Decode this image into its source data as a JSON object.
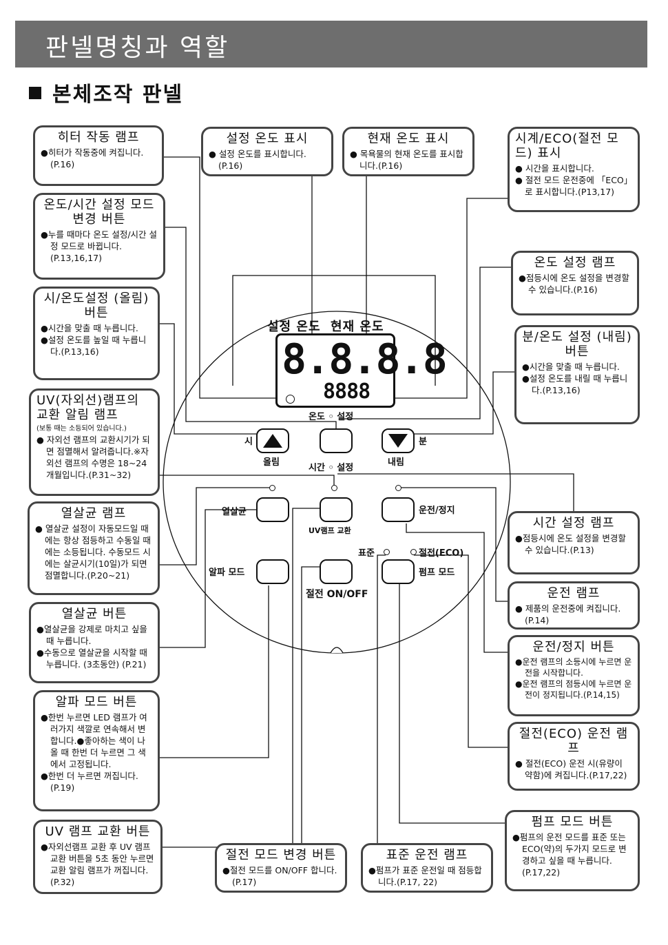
{
  "header": {
    "title": "판넬명칭과 역할"
  },
  "subtitle": "본체조작 판넬",
  "panel": {
    "display_heading": "설정 온도  현재 온도",
    "display_big": "8.8.8.8",
    "display_small": "8888",
    "temp_set_label": "온도 ◦ 설정",
    "time_set_label": "시간 ◦ 설정",
    "up_label": "올림",
    "up_side": "시",
    "down_label": "내림",
    "down_side": "분",
    "sterilize_label": "열살균",
    "uv_label": "UV램프 교환",
    "run_label": "운전/정지",
    "alpha_label": "알파 모드",
    "eco_label": "절전 ON/OFF",
    "pump_label": "펌프 모드",
    "standard_label": "표준",
    "eco_lamp_label": "절전(ECO)"
  },
  "callouts": {
    "heater": {
      "title": "히터 작동 램프",
      "desc": [
        "●히터가 작동중에 켜집니다.(P.16)"
      ]
    },
    "set_temp_display": {
      "title": "설정 온도 표시",
      "desc": [
        "● 설정 온도를 표시합니다.(P.16)"
      ]
    },
    "cur_temp_display": {
      "title": "현재 온도 표시",
      "desc": [
        "● 목욕물의 현재 온도를 표시합니다.(P.16)"
      ]
    },
    "clock_eco": {
      "title": "시계/ECO(절전 모드) 표시",
      "desc": [
        "● 시간을 표시합니다.",
        "● 절전 모드 운전중에 「ECO」로 표시합니다.(P13,17)"
      ]
    },
    "mode_change": {
      "title": "온도/시간 설정 모드 변경 버튼",
      "desc": [
        "●누를 때마다 온도 설정/시간 설정 모드로 바뀝니다.(P.13,16,17)"
      ]
    },
    "temp_set_lamp": {
      "title": "온도 설정 램프",
      "desc": [
        "●점등시에 온도 설정을 변경할 수 있습니다.(P.16)"
      ]
    },
    "hour_up": {
      "title": "시/온도설정 (올림) 버튼",
      "desc": [
        "●시간을 맞출 때 누릅니다.",
        "●설정 온도를 높일 때 누릅니다.(P.13,16)"
      ]
    },
    "min_down": {
      "title": "분/온도 설정 (내림) 버튼",
      "desc": [
        "●시간을 맞출 때 누릅니다.",
        "●설정 온도를 내릴 때 누릅니다.(P.13,16)"
      ]
    },
    "uv_lamp": {
      "title": "UV(자외선)램프의 교환 알림 램프",
      "note": "(보통 때는 소등되어 있습니다.)",
      "desc": [
        "● 자외선 램프의 교환시기가 되면 점멸해서 알려줍니다.※자외선 램프의 수명은 18~24개월입니다.(P.31~32)"
      ]
    },
    "sterilize_lamp": {
      "title": "열살균 램프",
      "desc": [
        "● 열살균 설정이 자동모드일 때에는 항상 점등하고 수동일 때에는 소등됩니다. 수동모드 시에는 살균시기(10일)가 되면 점멸합니다.(P.20~21)"
      ]
    },
    "time_set_lamp": {
      "title": "시간 설정 램프",
      "desc": [
        "●점등시에 온도 설정을 변경할 수 있습니다.(P.13)"
      ]
    },
    "run_lamp": {
      "title": "운전 램프",
      "desc": [
        "● 제품의 운전중에 켜집니다.(P.14)"
      ]
    },
    "sterilize_btn": {
      "title": "열살균 버튼",
      "desc": [
        "●열살균을 강제로 마치고 싶을 때 누릅니다.",
        "●수동으로 열살균을 시작할 때 누릅니다. (3초동안) (P.21)"
      ]
    },
    "run_btn": {
      "title": "운전/정지 버튼",
      "desc": [
        "●운전 램프의 소등시에 누르면 운전을 시작합니다.",
        "●운전 램프의 점등시에 누르면 운전이 정지됩니다.(P.14,15)"
      ]
    },
    "alpha_btn": {
      "title": "알파 모드 버튼",
      "desc": [
        "●한번 누르면 LED 램프가 여러가지 색깔로 연속해서 변합니다.●좋아하는 색이 나올 때 한번 더 누르면 그 색에서 고정됩니다.",
        "●한번 더 누르면 꺼집니다.(P.19)"
      ]
    },
    "eco_lamp": {
      "title": "절전(ECO) 운전 램프",
      "desc": [
        "● 절전(ECO) 운전 시(유량이 약함)에 켜집니다.(P.17,22)"
      ]
    },
    "uv_btn": {
      "title": "UV 램프 교환 버튼",
      "desc": [
        "●자외선램프 교환 후 UV 램프 교환 버튼을 5초 동안 누르면 교환 알림 램프가 꺼집니다.(P.32)"
      ]
    },
    "eco_btn": {
      "title": "절전 모드 변경 버튼",
      "desc": [
        "●절전 모드를 ON/OFF 합니다.(P.17)"
      ]
    },
    "standard_lamp": {
      "title": "표준 운전 램프",
      "desc": [
        "●펌프가 표준 운전일 때 점등합니다.(P.17, 22)"
      ]
    },
    "pump_btn": {
      "title": "펌프 모드 버튼",
      "desc": [
        "●펌프의 운전 모드를 표준 또는 ECO(약)의 두가지 모드로 변경하고 싶을 때 누릅니다. (P.17,22)"
      ]
    }
  },
  "colors": {
    "header_bg": "#6e6e6e",
    "border": "#444444"
  }
}
